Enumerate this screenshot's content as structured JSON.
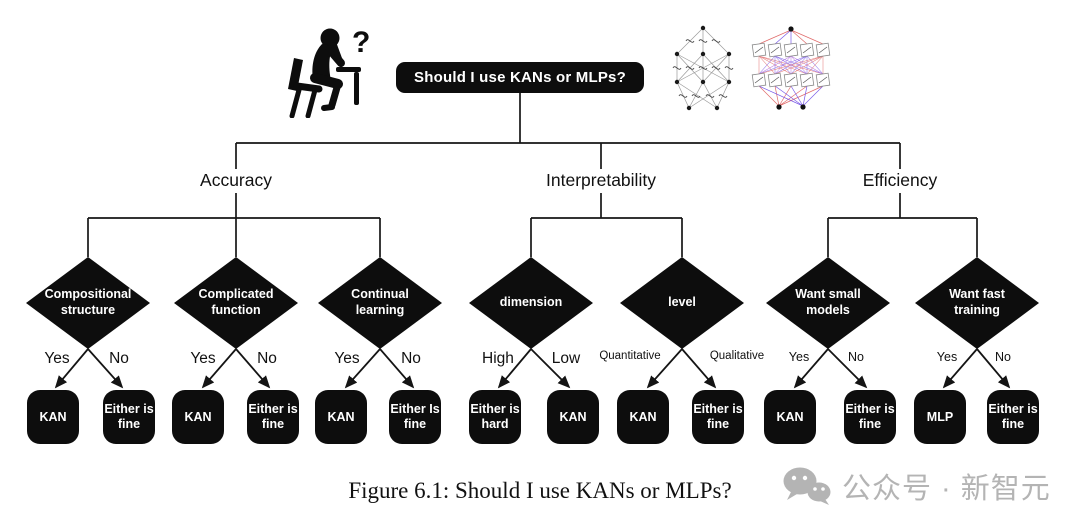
{
  "root": {
    "question": "Should I use KANs or MLPs?",
    "thought_mark": "?"
  },
  "branches": [
    {
      "label": "Accuracy",
      "questions": [
        {
          "label": "Compositional structure",
          "options": [
            {
              "label": "Yes",
              "result": "KAN"
            },
            {
              "label": "No",
              "result": "Either is fine"
            }
          ]
        },
        {
          "label": "Complicated function",
          "options": [
            {
              "label": "Yes",
              "result": "KAN"
            },
            {
              "label": "No",
              "result": "Either is fine"
            }
          ]
        },
        {
          "label": "Continual learning",
          "options": [
            {
              "label": "Yes",
              "result": "KAN"
            },
            {
              "label": "No",
              "result": "Either Is fine"
            }
          ]
        }
      ]
    },
    {
      "label": "Interpretability",
      "questions": [
        {
          "label": "dimension",
          "options": [
            {
              "label": "High",
              "result": "Either is hard"
            },
            {
              "label": "Low",
              "result": "KAN"
            }
          ]
        },
        {
          "label": "level",
          "options": [
            {
              "label": "Quantitative",
              "result": "KAN"
            },
            {
              "label": "Qualitative",
              "result": "Either is fine"
            }
          ]
        }
      ]
    },
    {
      "label": "Efficiency",
      "questions": [
        {
          "label": "Want small models",
          "options": [
            {
              "label": "Yes",
              "result": "KAN"
            },
            {
              "label": "No",
              "result": "Either is fine"
            }
          ]
        },
        {
          "label": "Want fast training",
          "options": [
            {
              "label": "Yes",
              "result": "MLP"
            },
            {
              "label": "No",
              "result": "Either is fine"
            }
          ]
        }
      ]
    }
  ],
  "caption": "Figure 6.1: Should I use KANs or MLPs?",
  "watermark": {
    "text": "公众号 · 新智元"
  },
  "icons": {
    "thinker": "thinking-person-icon",
    "left_network": "kan-network-illustration",
    "right_network": "mlp-network-illustration",
    "wechat": "wechat-icon"
  },
  "colors": {
    "node_black": "#0d0d0d",
    "line": "#161616",
    "watermark_gray": "#b4b4b4",
    "net_red": "#e06a6a",
    "net_violet": "#7a5ae8"
  }
}
